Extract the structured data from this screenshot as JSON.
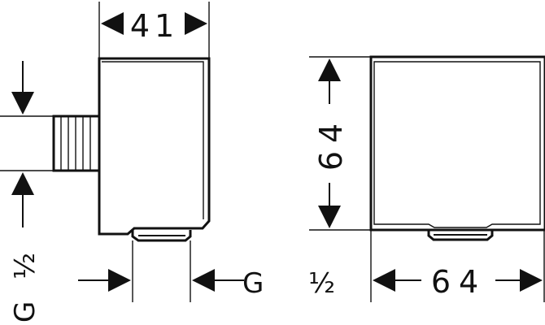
{
  "side_view": {
    "depth_label": "41",
    "thread_label_vertical": "G ½"
  },
  "front_view": {
    "height_label": "64",
    "width_label": "64",
    "thread_label_horizontal": "G ½"
  }
}
